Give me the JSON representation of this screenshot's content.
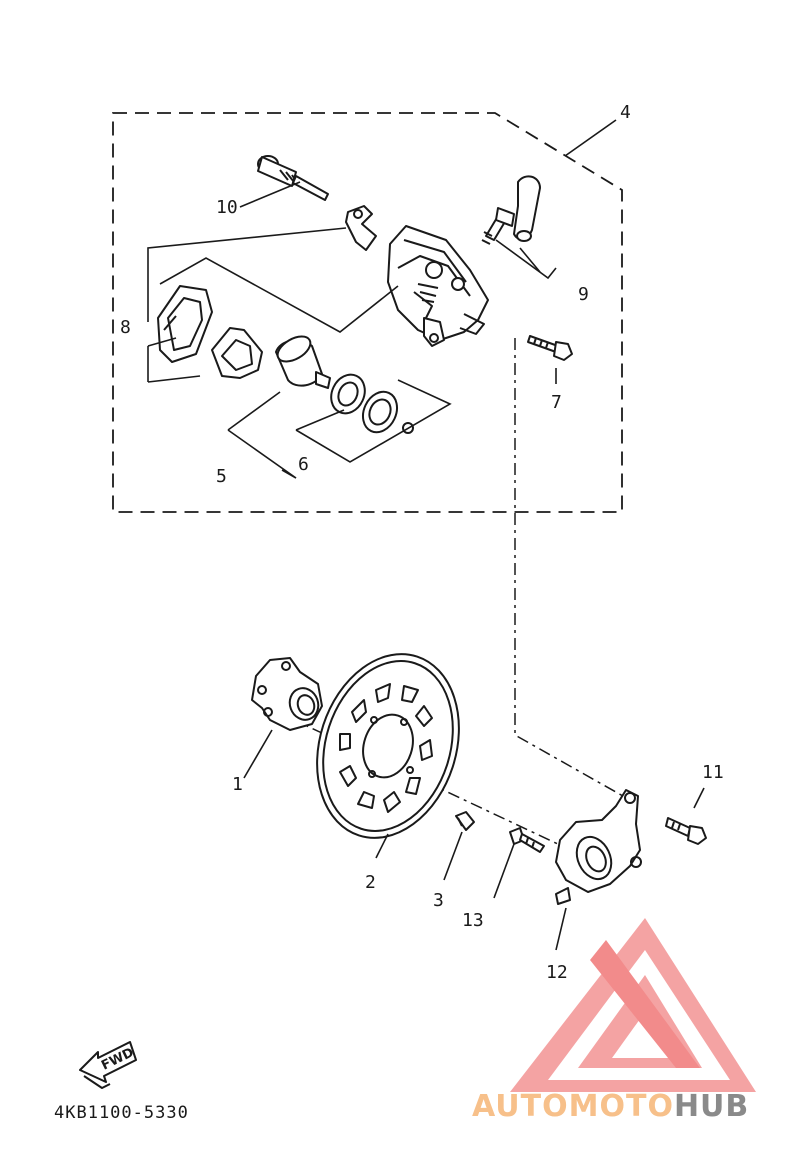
{
  "diagram": {
    "part_labels": {
      "p1": "1",
      "p2": "2",
      "p3": "3",
      "p4": "4",
      "p5": "5",
      "p6": "6",
      "p7": "7",
      "p8": "8",
      "p9": "9",
      "p10": "10",
      "p11": "11",
      "p12": "12",
      "p13": "13"
    },
    "fwd_label": "FWD",
    "drawing_code": "4KB1100-5330"
  },
  "watermark": {
    "brand_part1": "AUTOMOTO",
    "brand_part2": "HUB",
    "colors": {
      "logo": "#f28b8b",
      "text_accent": "#f7c08a",
      "text_dark": "#8a8a8a"
    }
  }
}
